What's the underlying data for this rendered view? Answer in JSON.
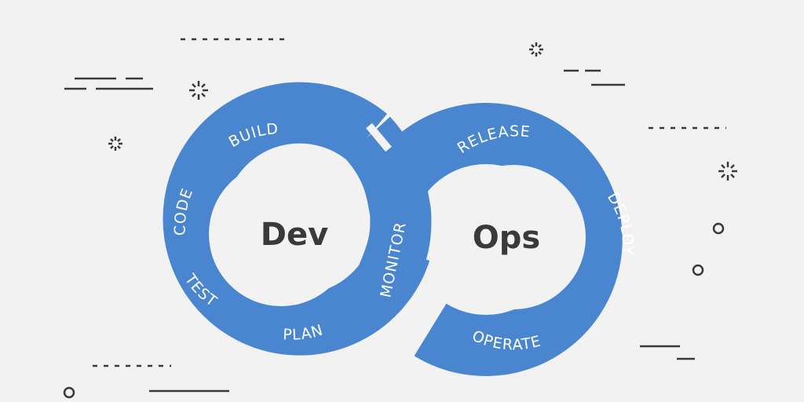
{
  "diagram": {
    "left_center": "Dev",
    "right_center": "Ops",
    "stages_left": {
      "code": "CODE",
      "build": "BUILD",
      "test": "TEST",
      "plan": "PLAN"
    },
    "stages_right": {
      "monitor": "MONITOR",
      "release": "RELEASE",
      "deploy": "DEPLOY",
      "operate": "OPERATE"
    }
  },
  "colors": {
    "background": "#f2f2f2",
    "loop": "#4a86d0",
    "loop_text": "#ffffff",
    "center_text": "#3a3a3a",
    "decoration": "#3a3a3a"
  },
  "icons": [
    "sparkle-icon",
    "circle-icon",
    "dash-line-icon"
  ]
}
